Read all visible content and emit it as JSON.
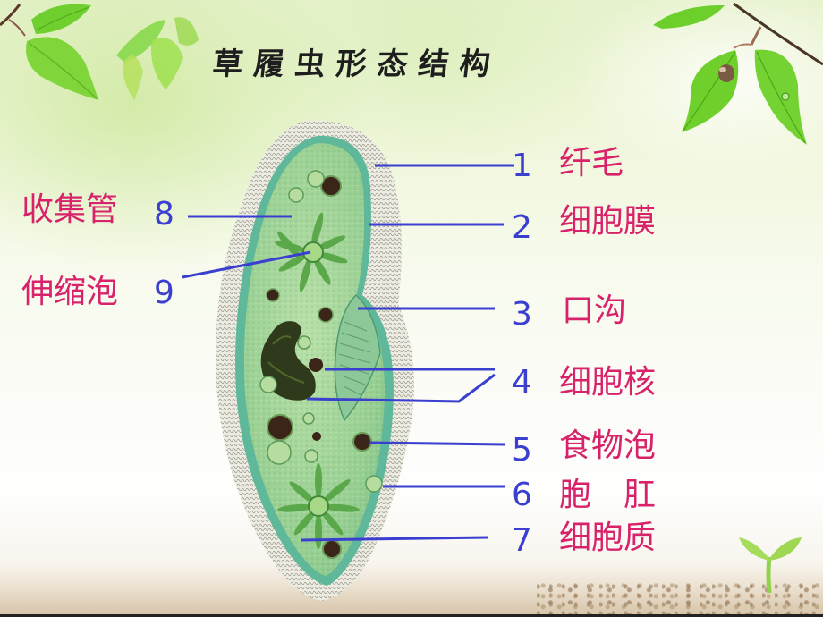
{
  "title": "草履虫形态结构",
  "colors": {
    "label_text": "#d8236b",
    "number_and_leader": "#3b3fd0",
    "title_text": "#1e1e1e",
    "cytoplasm": "#9fd49a",
    "pellicle": "#5fb89a",
    "cilia": "#9a9a8c",
    "nucleus": "#2f3a1c",
    "food_vacuole": "#3b2418"
  },
  "labels_right": [
    {
      "number": "1",
      "text": "纤毛"
    },
    {
      "number": "2",
      "text": "细胞膜"
    },
    {
      "number": "3",
      "text": "口沟"
    },
    {
      "number": "4",
      "text": "细胞核"
    },
    {
      "number": "5",
      "text": "食物泡"
    },
    {
      "number": "6",
      "text": "胞　肛"
    },
    {
      "number": "7",
      "text": "细胞质"
    }
  ],
  "labels_left": [
    {
      "number": "8",
      "text": "收集管"
    },
    {
      "number": "9",
      "text": "伸缩泡"
    }
  ],
  "decorations": [
    "leaves-top-left",
    "leaves-top-right",
    "sprout-bottom-right",
    "soil-bottom"
  ]
}
